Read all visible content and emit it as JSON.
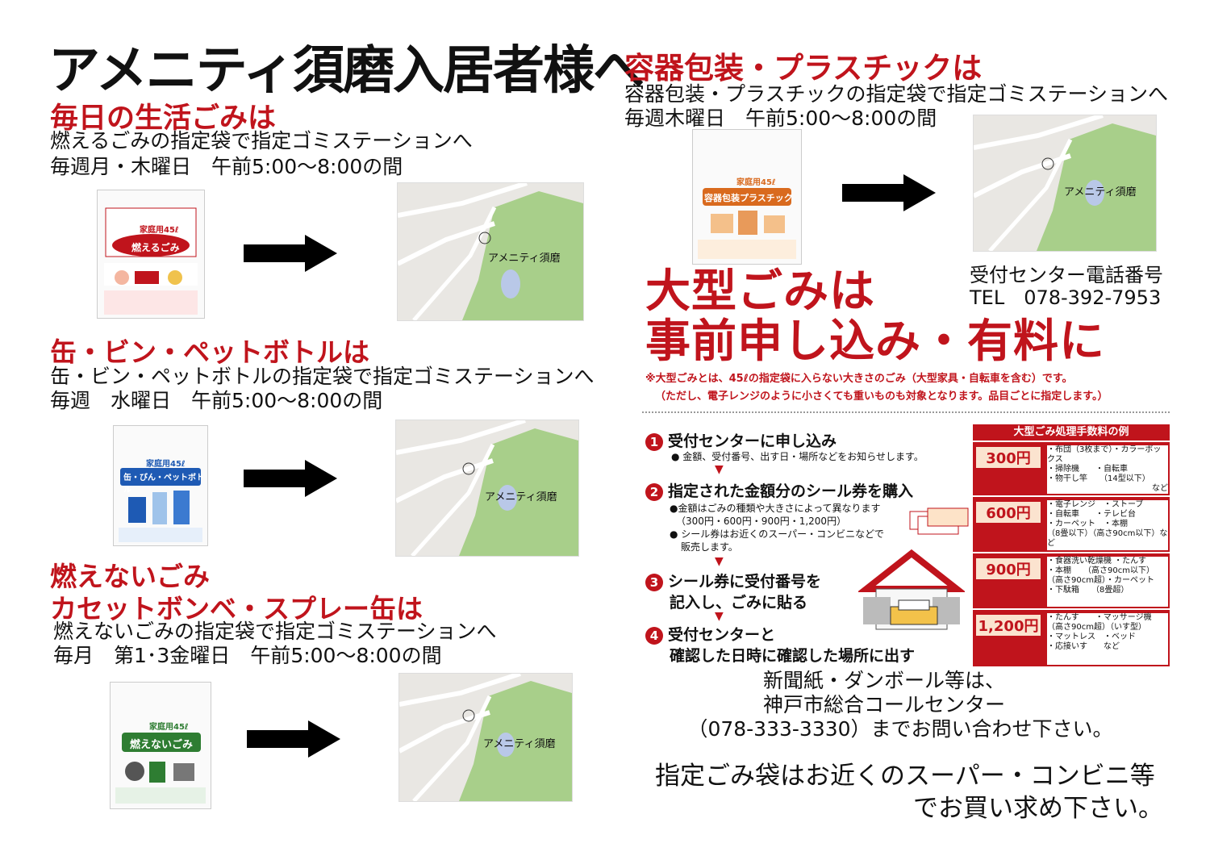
{
  "title": "アメニティ須磨入居者様へ",
  "sections": {
    "burnable": {
      "heading": "毎日の生活ごみは",
      "line1": "燃えるごみの指定袋で指定ゴミステーションへ",
      "line2": "毎週月・木曜日　午前5:00～8:00の間",
      "bag_label": "燃えるごみ",
      "bag_sub": "家庭用45ℓ"
    },
    "cans": {
      "heading": "缶・ビン・ペットボトルは",
      "line1": "缶・ビン・ペットボトルの指定袋で指定ゴミステーションへ",
      "line2": "毎週　水曜日　午前5:00～8:00の間",
      "bag_label": "缶・びん・ペットボトル",
      "bag_sub": "家庭用45ℓ"
    },
    "nonburnable": {
      "heading1": "燃えないごみ",
      "heading2": "カセットボンベ・スプレー缶は",
      "line1": "燃えないごみの指定袋で指定ゴミステーションへ",
      "line2": "毎月　第1･3金曜日　午前5:00～8:00の間",
      "bag_label": "燃えないごみ",
      "bag_sub": "家庭用45ℓ"
    },
    "plastic": {
      "heading": "容器包装・プラスチックは",
      "line1": "容器包装・プラスチックの指定袋で指定ゴミステーションへ",
      "line2": "毎週木曜日　午前5:00～8:00の間",
      "bag_label": "容器包装プラスチック",
      "bag_sub": "家庭用45ℓ"
    }
  },
  "map_label": "アメニティ須磨",
  "reception": {
    "line1": "受付センター電話番号",
    "line2": "TEL　078-392-7953"
  },
  "large": {
    "head1": "大型ごみは",
    "head2": "事前申し込み・有料に",
    "note1": "※大型ごみとは、45ℓの指定袋に入らない大きさのごみ（大型家具・自転車を含む）です。",
    "note2": "（ただし、電子レンジのように小さくても重いものも対象となります。品目ごとに指定します。）",
    "step1": "受付センターに申し込み",
    "step1_sub": "● 金額、受付番号、出す日・場所などをお知らせします。",
    "step2": "指定された金額分のシール券を購入",
    "step2_sub1": "●金額はごみの種類や大きさによって異なります",
    "step2_sub2": "（300円・600円・900円・1,200円）",
    "step2_sub3": "● シール券はお近くのスーパー・コンビニなどで",
    "step2_sub4": "販売します。",
    "step3a": "シール券に受付番号を",
    "step3b": "記入し、ごみに貼る",
    "step4a": "受付センターと",
    "step4b": "確認した日時に確認した場所に出す",
    "fee_title": "大型ごみ処理手数料の例",
    "fees": [
      {
        "price": "300円",
        "items": [
          "・布団（3枚まで）・カラーボックス",
          "・掃除機　　・自転車",
          "・物干し竿　　（14型以下）",
          "など"
        ]
      },
      {
        "price": "600円",
        "items": [
          "・電子レンジ　・ストーブ",
          "・自転車　　・テレビ台",
          "・カーペット　・本棚",
          "（8畳以下）（高さ90cm以下）など"
        ]
      },
      {
        "price": "900円",
        "items": [
          "・食器洗い乾燥機 ・たんす",
          "・本棚　　（高さ90cm以下）",
          "（高さ90cm超）・カーペット",
          "・下駄箱　　（8畳超）"
        ]
      },
      {
        "price": "1,200円",
        "items": [
          "・たんす　　・マッサージ機",
          "（高さ90cm超）（いす型）",
          "・マットレス　・ベッド",
          "・応接いす　　など"
        ]
      }
    ]
  },
  "newspaper": {
    "line1": "新聞紙・ダンボール等は、",
    "line2": "神戸市総合コールセンター",
    "line3": "（078-333-3330）までお問い合わせ下さい。"
  },
  "bags_where": {
    "line1": "指定ごみ袋はお近くのスーパー・コンビニ等",
    "line2": "でお買い求め下さい。"
  }
}
